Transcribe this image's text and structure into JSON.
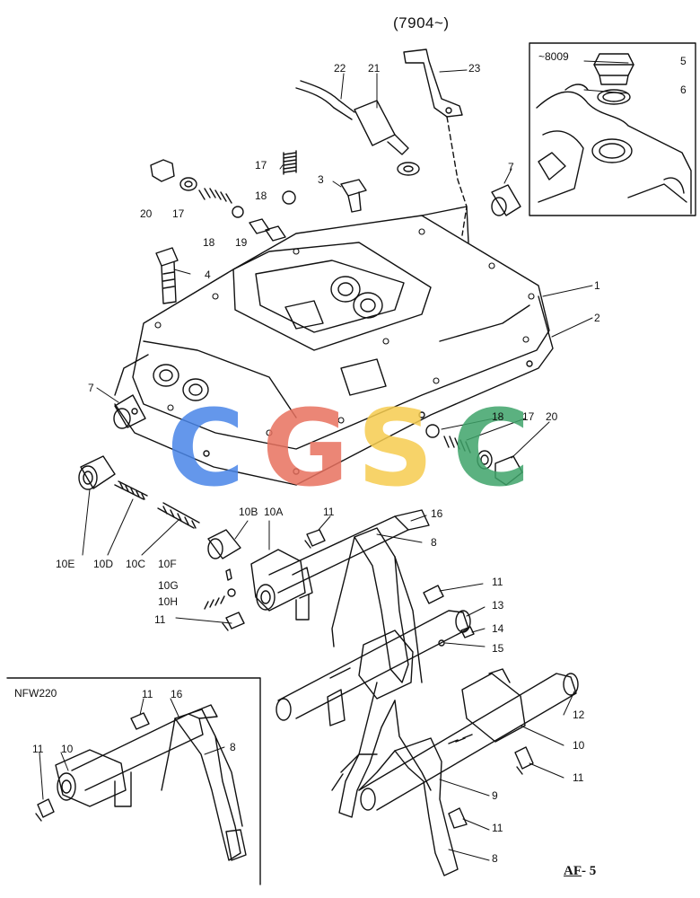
{
  "header": {
    "serial_range": "(7904~)"
  },
  "inset_top": {
    "title": "~8009"
  },
  "inset_bottom": {
    "title": "NFW220"
  },
  "footer": {
    "page_prefix": "AF",
    "page_sep": "-",
    "page_num": "5"
  },
  "watermark": {
    "letters": [
      "C",
      "G",
      "S",
      "C"
    ],
    "colors": [
      "#4a86e8",
      "#e8715f",
      "#f6cc4f",
      "#3fa46a"
    ]
  },
  "callouts": {
    "c1": "1",
    "c2": "2",
    "c3": "3",
    "c4": "4",
    "c5": "5",
    "c6": "6",
    "c7a": "7",
    "c7b": "7",
    "c8a": "8",
    "c8b": "8",
    "c8c": "8",
    "c9": "9",
    "c10a": "10",
    "c10b": "10",
    "c11a": "11",
    "c11b": "11",
    "c11c": "11",
    "c11d": "11",
    "c11e": "11",
    "c11f": "11",
    "c11g": "11",
    "c12": "12",
    "c13": "13",
    "c14": "14",
    "c15": "15",
    "c16a": "16",
    "c16b": "16",
    "c17a": "17",
    "c17b": "17",
    "c17c": "17",
    "c18a": "18",
    "c18b": "18",
    "c18c": "18",
    "c19": "19",
    "c20a": "20",
    "c20b": "20",
    "c21": "21",
    "c22": "22",
    "c23": "23",
    "c10A": "10A",
    "c10B": "10B",
    "c10C": "10C",
    "c10D": "10D",
    "c10E": "10E",
    "c10F": "10F",
    "c10G": "10G",
    "c10H": "10H"
  }
}
